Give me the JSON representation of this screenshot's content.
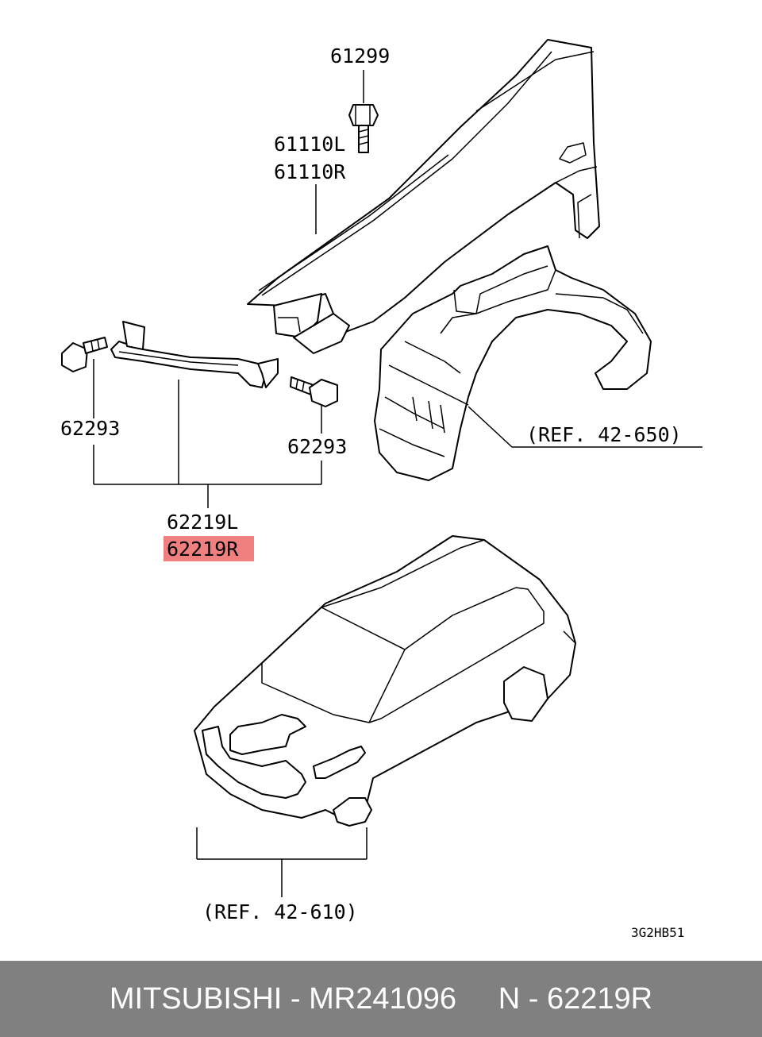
{
  "labels": {
    "bolt_top": "61299",
    "fender_left": "61110L",
    "fender_right": "61110R",
    "bolt_left": "62293",
    "bolt_right": "62293",
    "bracket_left": "62219L",
    "bracket_right": "62219R",
    "ref_liner": "(REF. 42-650)",
    "ref_body": "(REF. 42-610)",
    "diagram_code": "3G2HB51"
  },
  "highlight_color": "#f08080",
  "footer": {
    "text": "MITSUBISHI - MR241096     N - 62219R"
  }
}
